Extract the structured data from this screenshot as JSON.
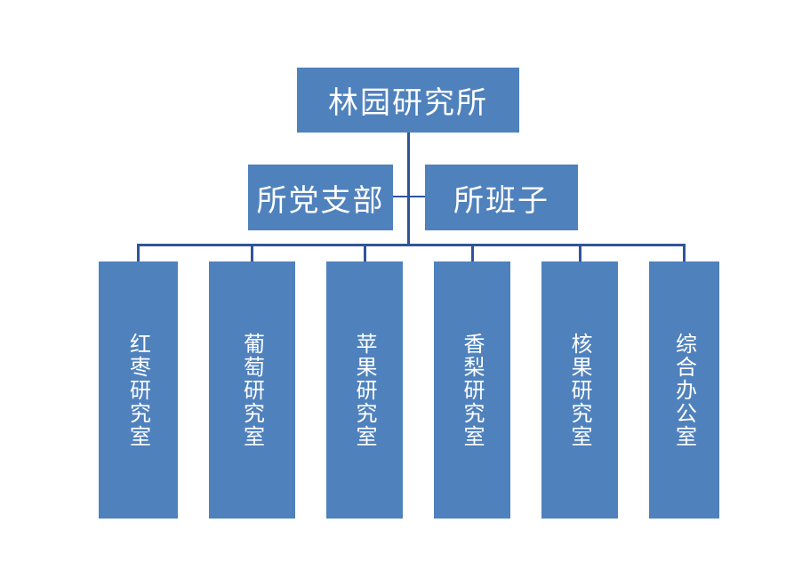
{
  "org": {
    "root": "林园研究所",
    "branches": [
      "所党支部",
      "所班子"
    ],
    "units": [
      "红枣研究室",
      "葡萄研究室",
      "苹果研究室",
      "香梨研究室",
      "核果研究室",
      "综合办公室"
    ]
  },
  "colors": {
    "box": "#4f81bd",
    "text": "#ffffff",
    "line": "#2f5597"
  }
}
